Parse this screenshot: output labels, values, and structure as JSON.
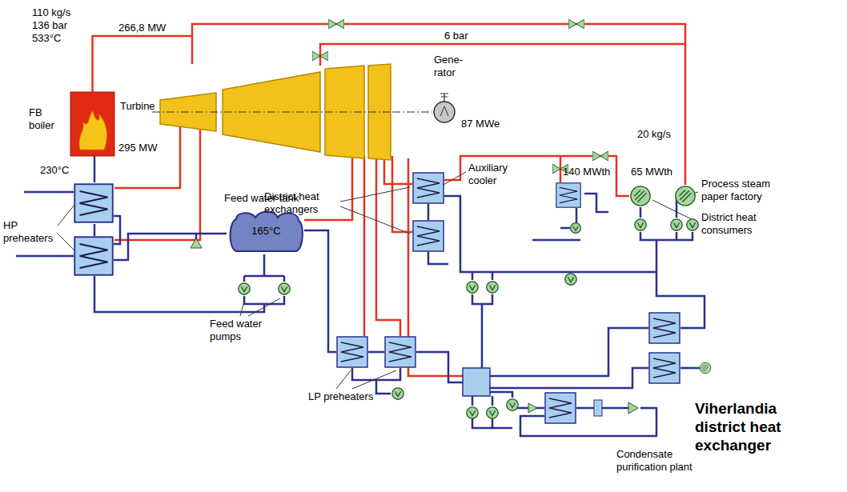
{
  "diagram": {
    "nodes": [
      {
        "text": [
          "FB boiler",
          "295 MW"
        ]
      },
      {
        "text": [
          "Turbine"
        ]
      },
      {
        "text": [
          "Gene- rator",
          "87 MWe"
        ]
      },
      {
        "text": [
          "Feed water tank",
          "165°C"
        ]
      }
    ],
    "edges": [
      {
        "from": 0,
        "to": 1,
        "arrow": "none",
        "label": "266,8 MW"
      },
      {
        "from": 1,
        "to": 2,
        "arrow": "none"
      }
    ],
    "labels": [
      "110 kg/s",
      "136 bar",
      "533°C",
      "6 bar",
      "230°C",
      "HP preheaters",
      "District heat exchangers",
      "Feed water pumps",
      "LP preheaters",
      "Auxiliary cooler",
      "140 MWth",
      "20 kg/s",
      "65 MWth",
      "Process steam paper factory",
      "District heat consumers",
      "Viherlandia district heat exchanger",
      "Condensate purification plant"
    ]
  }
}
